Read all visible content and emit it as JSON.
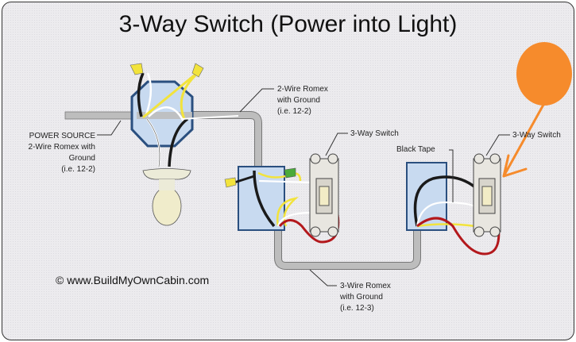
{
  "title": "3-Way Switch (Power into Light)",
  "labels": {
    "power_source": [
      "POWER SOURCE",
      "2-Wire Romex with",
      "Ground",
      "(i.e. 12-2)"
    ],
    "romex_2wire": [
      "2-Wire Romex",
      "with Ground",
      "(i.e. 12-2)"
    ],
    "switch1": "3-Way Switch",
    "switch2": "3-Way Switch",
    "black_tape": "Black Tape",
    "romex_3wire": [
      "3-Wire Romex",
      "with Ground",
      "(i.e. 12-3)"
    ]
  },
  "copyright": "© www.BuildMyOwnCabin.com",
  "colors": {
    "annotation": "#f68b2c",
    "hot_wire": "#1a1a1a",
    "neutral_wire": "#ffffff",
    "ground_wire": "#f2e33c",
    "traveler_wire": "#b3181c",
    "box_fill": "#c8daf0",
    "box_stroke": "#2a4f7f",
    "cable": "#bdbdbd"
  }
}
